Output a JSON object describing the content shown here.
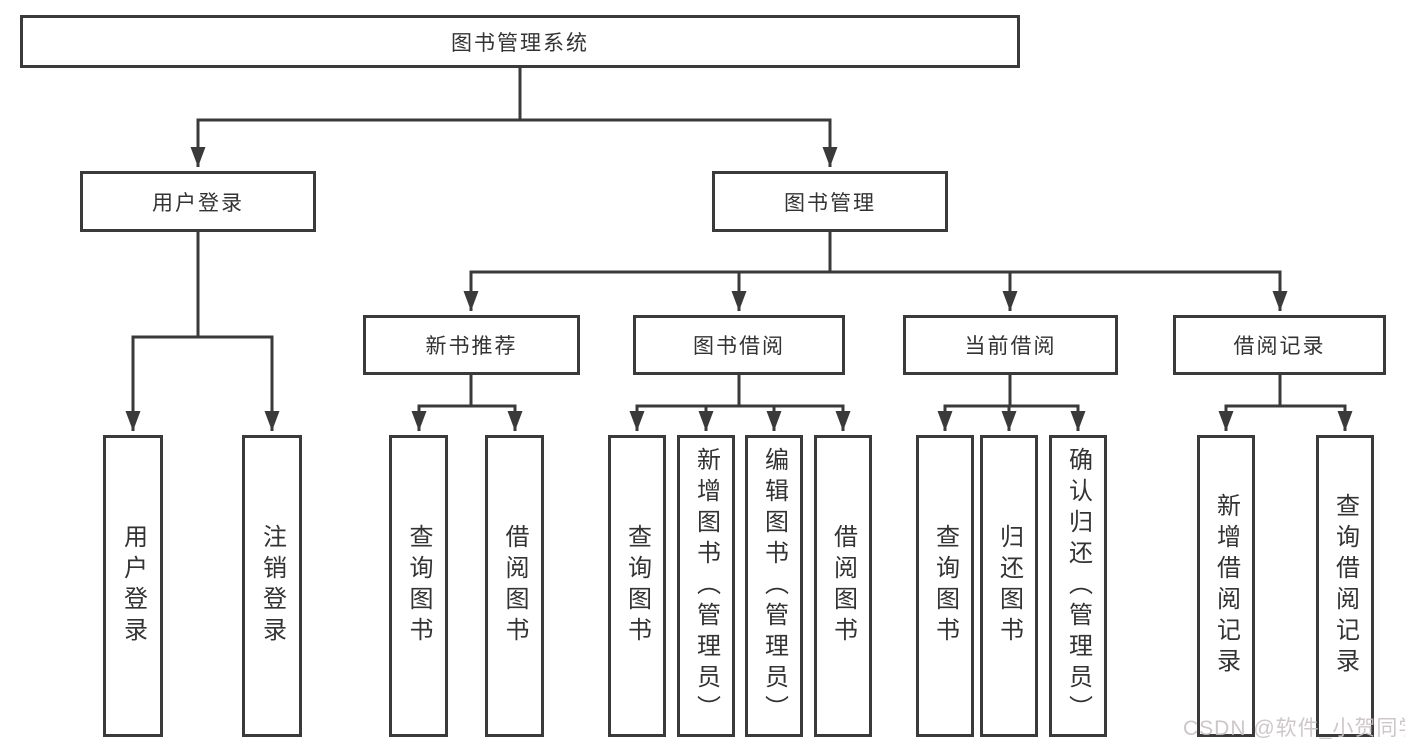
{
  "root": {
    "label": "图书管理系统"
  },
  "user_login": {
    "label": "用户登录",
    "children": [
      {
        "label": "用户登录"
      },
      {
        "label": "注销登录"
      }
    ]
  },
  "book_mgmt": {
    "label": "图书管理",
    "sections": {
      "new_books": {
        "label": "新书推荐",
        "children": [
          {
            "label": "查询图书"
          },
          {
            "label": "借阅图书"
          }
        ]
      },
      "book_borrow": {
        "label": "图书借阅",
        "children": [
          {
            "label": "查询图书"
          },
          {
            "label": "新增图书（管理员）"
          },
          {
            "label": "编辑图书（管理员）"
          },
          {
            "label": "借阅图书"
          }
        ]
      },
      "current_borrow": {
        "label": "当前借阅",
        "children": [
          {
            "label": "查询图书"
          },
          {
            "label": "归还图书"
          },
          {
            "label": "确认归还（管理员）"
          }
        ]
      },
      "borrow_records": {
        "label": "借阅记录",
        "children": [
          {
            "label": "新增借阅记录"
          },
          {
            "label": "查询借阅记录"
          }
        ]
      }
    }
  },
  "watermark": {
    "text": "CSDN @软件_小贺同学"
  },
  "colors": {
    "line": "#3a3a3a",
    "text": "#333333",
    "watermark": "#c9c2c4",
    "background": "#ffffff"
  }
}
